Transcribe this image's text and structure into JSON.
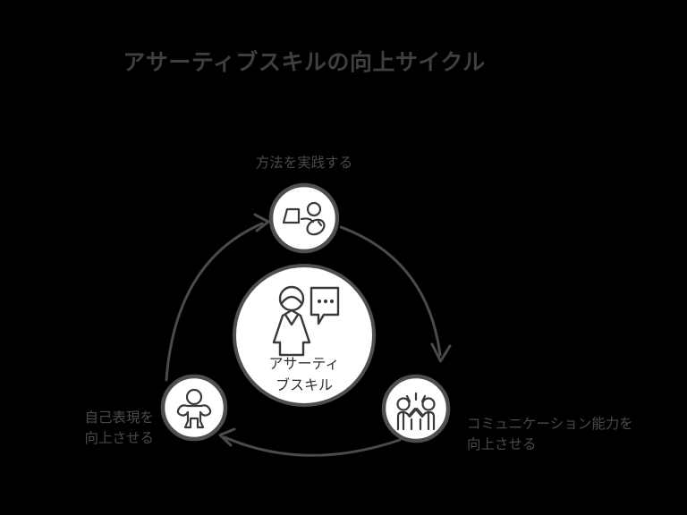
{
  "page": {
    "title": "アサーティブスキルの向上サイクル",
    "background_color": "#000000",
    "text_color": "#4a4a4a",
    "node_fill_color": "#ffffff",
    "node_stroke_color": "#4f4f4f",
    "arrow_color": "#4a4a4a"
  },
  "hub": {
    "label_line1": "アサーティ",
    "label_line2": "ブスキル",
    "icon": "person-speech-bubble-icon"
  },
  "nodes": [
    {
      "id": "practice-method",
      "label_line1": "方法を実践する",
      "label_line2": "",
      "icon": "laptop-person-icon",
      "position": "top"
    },
    {
      "id": "improve-communication",
      "label_line1": "コミュニケーション能力を",
      "label_line2": "向上させる",
      "icon": "two-people-highfive-icon",
      "position": "bottom-right"
    },
    {
      "id": "improve-self-expression",
      "label_line1": "自己表現を",
      "label_line2": "向上させる",
      "icon": "person-arms-raised-icon",
      "position": "bottom-left"
    }
  ],
  "arrows": [
    {
      "id": "arrow-top-to-right",
      "from": "practice-method",
      "to": "improve-communication"
    },
    {
      "id": "arrow-right-to-left",
      "from": "improve-communication",
      "to": "improve-self-expression"
    },
    {
      "id": "arrow-left-to-top",
      "from": "improve-self-expression",
      "to": "practice-method"
    }
  ]
}
